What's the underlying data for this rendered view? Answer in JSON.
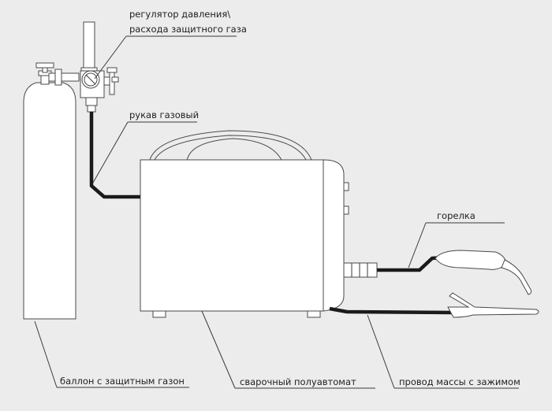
{
  "labels": {
    "regulator_line1": "регулятор давления\\",
    "regulator_line2": "расхода защитного газа",
    "gas_hose": "рукав газовый",
    "torch": "горелка",
    "cylinder": "баллон с защитным газон",
    "welder": "сварочный полуавтомат",
    "ground_cable": "провод массы с зажимом"
  },
  "colors": {
    "background": "#ececec",
    "outline": "#4a4a4a",
    "hose": "#1a1a1a",
    "text": "#1e1e1e"
  }
}
